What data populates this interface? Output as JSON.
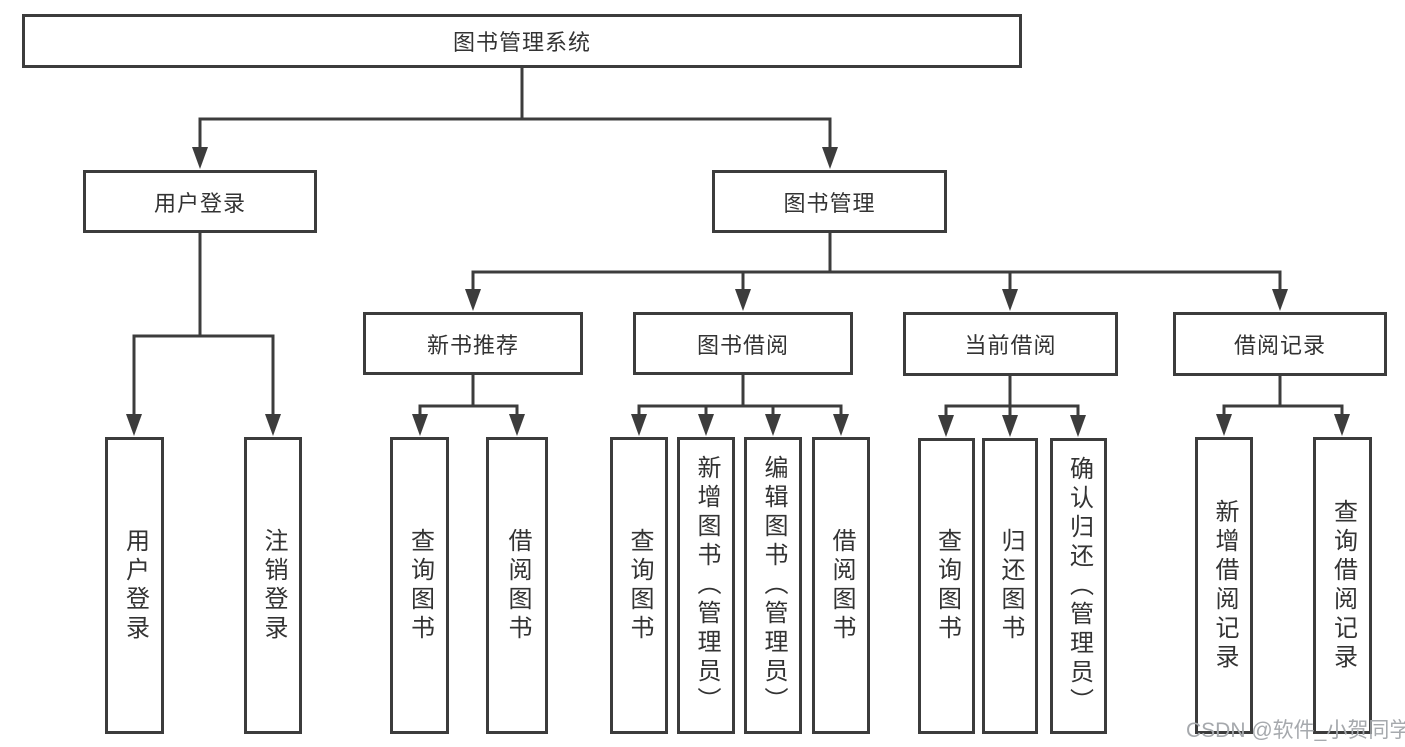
{
  "tree": {
    "label": "图书管理系统",
    "children": [
      {
        "label": "用户登录",
        "children": [
          {
            "label": "用户登录"
          },
          {
            "label": "注销登录"
          }
        ]
      },
      {
        "label": "图书管理",
        "children": [
          {
            "label": "新书推荐",
            "children": [
              {
                "label": "查询图书"
              },
              {
                "label": "借阅图书"
              }
            ]
          },
          {
            "label": "图书借阅",
            "children": [
              {
                "label": "查询图书"
              },
              {
                "label": "新增图书（管理员）"
              },
              {
                "label": "编辑图书（管理员）"
              },
              {
                "label": "借阅图书"
              }
            ]
          },
          {
            "label": "当前借阅",
            "children": [
              {
                "label": "查询图书"
              },
              {
                "label": "归还图书"
              },
              {
                "label": "确认归还（管理员）"
              }
            ]
          },
          {
            "label": "借阅记录",
            "children": [
              {
                "label": "新增借阅记录"
              },
              {
                "label": "查询借阅记录"
              }
            ]
          }
        ]
      }
    ]
  },
  "watermark": {
    "text": "CSDN @软件_小贺同学",
    "color": "#a6a9ad"
  },
  "colors": {
    "stroke": "#3c3c3c",
    "box_fill": "#ffffff",
    "text": "#333333",
    "background": "#ffffff"
  }
}
